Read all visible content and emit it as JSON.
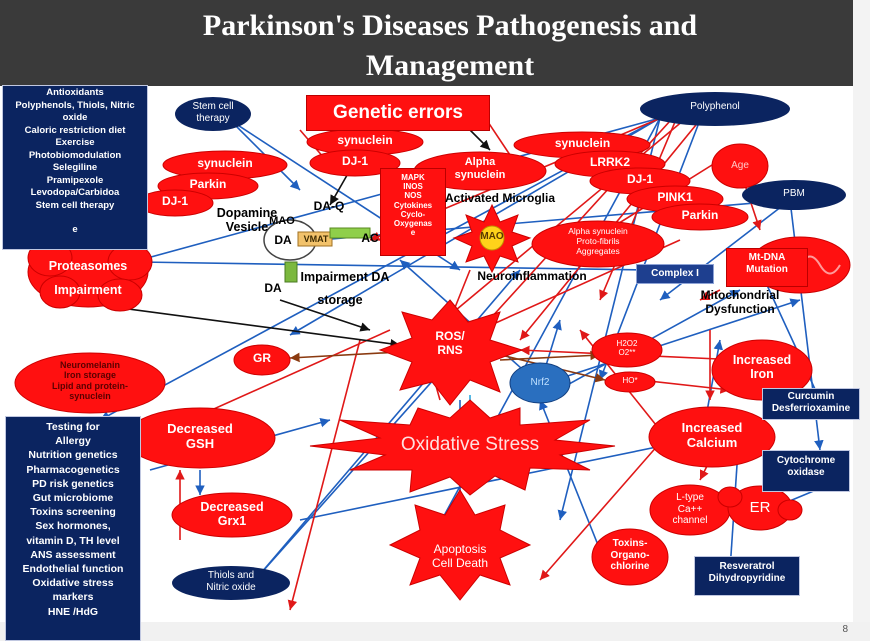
{
  "title": "Parkinson's Diseases Pathogenesis and\nManagement",
  "page_number": "8",
  "colors": {
    "red": "#ff1010",
    "navy": "#0b2460",
    "blue_arrow": "#1f5fbf",
    "title_bg": "#3a3a3a"
  },
  "boxes": {
    "antioxidants": [
      "Antioxidants",
      "Polyphenols, Thiols, Nitric",
      "oxide",
      "Caloric restriction diet",
      "Exercise",
      "Photobiomodulation",
      "Selegiline",
      "Pramipexole",
      "Levodopa/Carbidoa",
      "Stem cell therapy",
      "",
      "e"
    ],
    "testing": [
      "Testing for",
      "Allergy",
      "Nutrition genetics",
      "Pharmacogenetics",
      "PD risk genetics",
      "Gut microbiome",
      "Toxins  screening",
      "Sex hormones,",
      "vitamin D, TH level",
      "ANS assessment",
      "Endothelial function",
      "Oxidative stress",
      "markers",
      "HNE /HdG"
    ],
    "genetic_errors": "Genetic errors",
    "mapk": "MAPK\nINOS\nNOS\nCytokines\nCyclo-\nOxygenas\ne",
    "complex": "Complex I",
    "mt_dna": "Mt-DNA\nMutation",
    "curcumin": "Curcumin\nDesferrioxamine",
    "cytochrome": "Cytochrome\noxidase",
    "resveratrol": "Resveratrol\nDihydropyridine"
  },
  "ovals": {
    "stem_cell": "Stem cell\ntherapy",
    "polyphenol": "Polyphenol",
    "pbm": "PBM",
    "nitric": "Thiols and\nNitric oxide",
    "nrf2": "Nrf2",
    "age": "Age"
  },
  "nodes": {
    "synuclein_left": "synuclein",
    "parkin_left": "Parkin",
    "dj1_left": "DJ-1",
    "synuclein_mid": "synuclein",
    "dj1_mid": "DJ-1",
    "alpha_synuclein": "Alpha\nsynuclein",
    "synuclein_right": "synuclein",
    "lrrk2": "LRRK2",
    "dj1_right": "DJ-1",
    "pink1": "PINK1",
    "parkin_right": "Parkin",
    "alpha_aggregates": "Alpha synuclein\nProto-fibrils\nAggregates",
    "proteasomes": "Proteasomes\nImpairment",
    "neuromelanin": "Neuromelanin\nIron storage\nLipid and protein-\nsynuclein",
    "gr": "GR",
    "ros": "ROS/\nRNS",
    "h2o2": "H2O2\nO2**",
    "ho": "HO*",
    "increased_iron": "Increased\nIron",
    "decreased_gsh": "Decreased\nGSH",
    "oxidative_stress": "Oxidative Stress",
    "increased_calcium": "Increased\nCalcium",
    "decreased_grx": "Decreased\nGrx1",
    "apoptosis": "Apoptosis\nCell Death",
    "toxins": "Toxins-\nOrgano-\nchlorine",
    "ltype": "L-type\nCa++\nchannel",
    "er": "ER",
    "mao": "MAO"
  },
  "labels": {
    "dopamine_vesicle": "Dopamine\nVesicle",
    "mao_small": "MAO",
    "da_q": "DA-Q",
    "da_left": "DA",
    "vmat": "VMAT",
    "ac": "AC",
    "activated_microglia": "Activated Microglia",
    "neuroinflammation": "Neuroinflammation",
    "impairment_da": "Impairment DA",
    "da_storage_da": "DA",
    "storage": "storage",
    "mito": "Mitochondrial\nDysfunction"
  }
}
